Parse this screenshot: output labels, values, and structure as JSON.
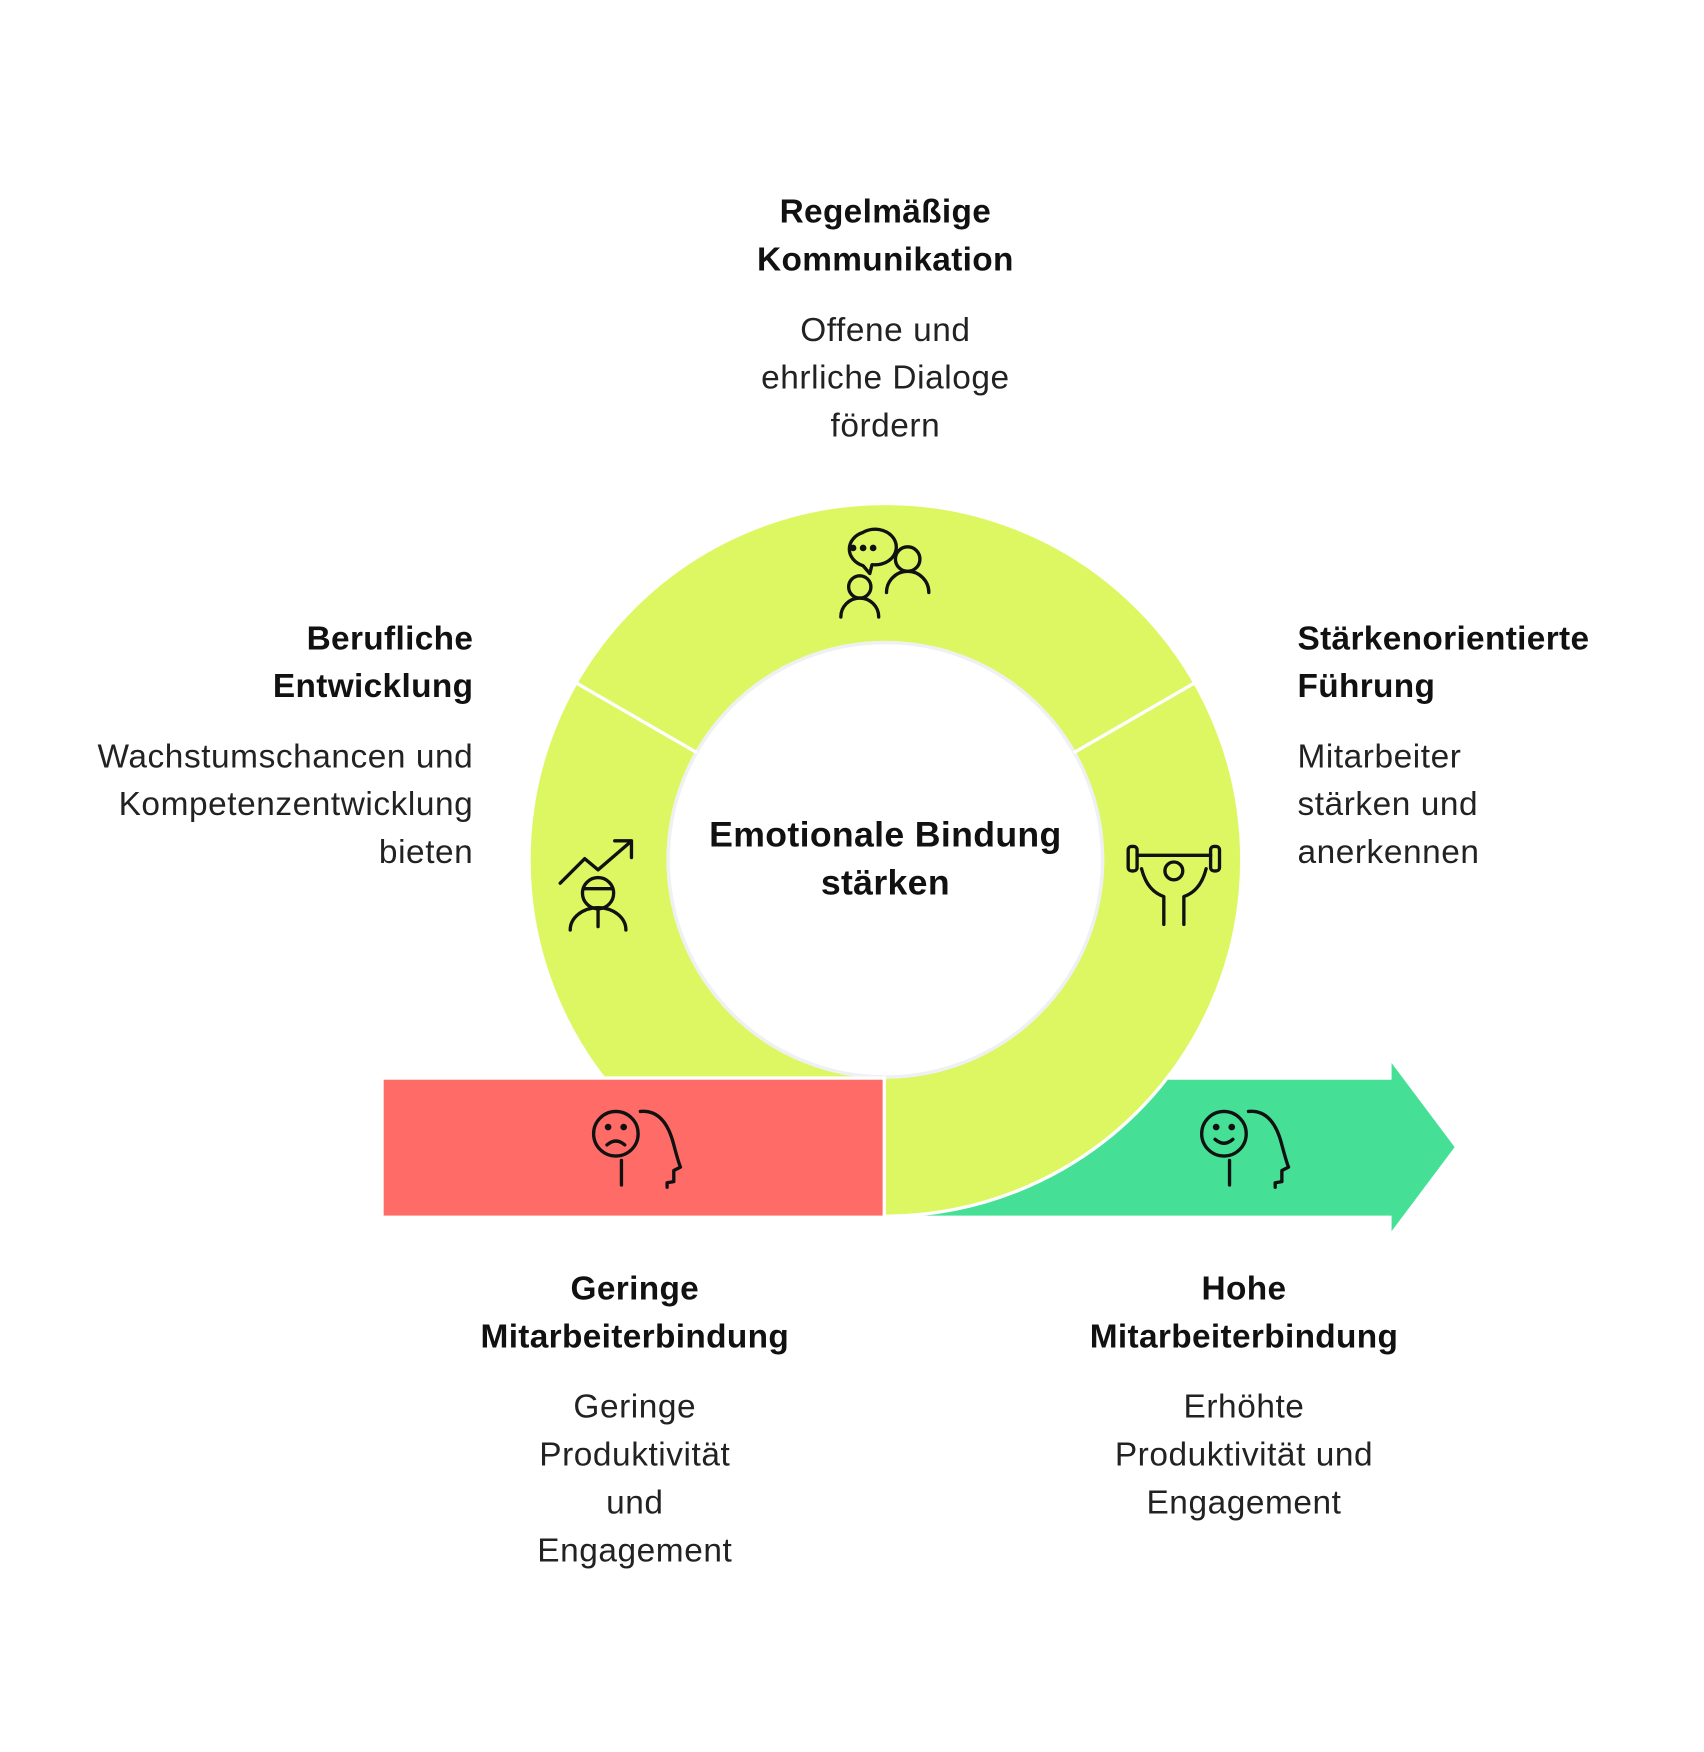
{
  "colors": {
    "ring": "#DDF763",
    "low": "#FF6B66",
    "high": "#45E095"
  },
  "center": {
    "lines": [
      "Emotionale Bindung",
      "stärken"
    ]
  },
  "top": {
    "title": [
      "Regelmäßige",
      "Kommunikation"
    ],
    "desc": [
      "Offene und",
      "ehrliche Dialoge",
      "fördern"
    ],
    "icon": "conversation-people-icon"
  },
  "left": {
    "title": [
      "Berufliche",
      "Entwicklung"
    ],
    "desc": [
      "Wachstumschancen und",
      "Kompetenzentwicklung",
      "bieten"
    ],
    "icon": "growth-person-icon"
  },
  "right": {
    "title": [
      "Stärkenorientierte",
      "Führung"
    ],
    "desc": [
      "Mitarbeiter",
      "stärken und",
      "anerkennen"
    ],
    "icon": "strength-person-icon"
  },
  "low": {
    "title": [
      "Geringe",
      "Mitarbeiterbindung"
    ],
    "desc": [
      "Geringe",
      "Produktivität",
      "und",
      "Engagement"
    ],
    "icon": "sad-head-icon"
  },
  "high": {
    "title": [
      "Hohe",
      "Mitarbeiterbindung"
    ],
    "desc": [
      "Erhöhte",
      "Produktivität und",
      "Engagement"
    ],
    "icon": "happy-head-icon"
  }
}
